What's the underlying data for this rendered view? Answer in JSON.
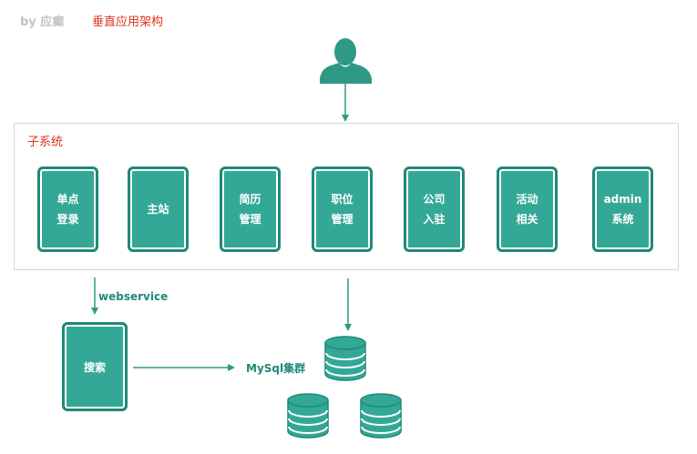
{
  "header": {
    "byline": "by 应癫",
    "title": "垂直应用架构"
  },
  "subsystem": {
    "label": "子系统",
    "modules": [
      {
        "line1": "单点",
        "line2": "登录"
      },
      {
        "line1": "主站",
        "line2": ""
      },
      {
        "line1": "简历",
        "line2": "管理"
      },
      {
        "line1": "职位",
        "line2": "管理"
      },
      {
        "line1": "公司",
        "line2": "入驻"
      },
      {
        "line1": "活动",
        "line2": "相关"
      },
      {
        "line1": "admin",
        "line2": "系统"
      }
    ]
  },
  "edges": {
    "webservice_label": "webservice"
  },
  "search": {
    "label": "搜索"
  },
  "database": {
    "label": "MySql集群"
  },
  "colors": {
    "accent": "#34a897",
    "border": "#1e8a77",
    "title": "#e0331c",
    "user": "#2e9a86"
  },
  "icons": {
    "user": "user-icon",
    "database": "database-icon"
  }
}
